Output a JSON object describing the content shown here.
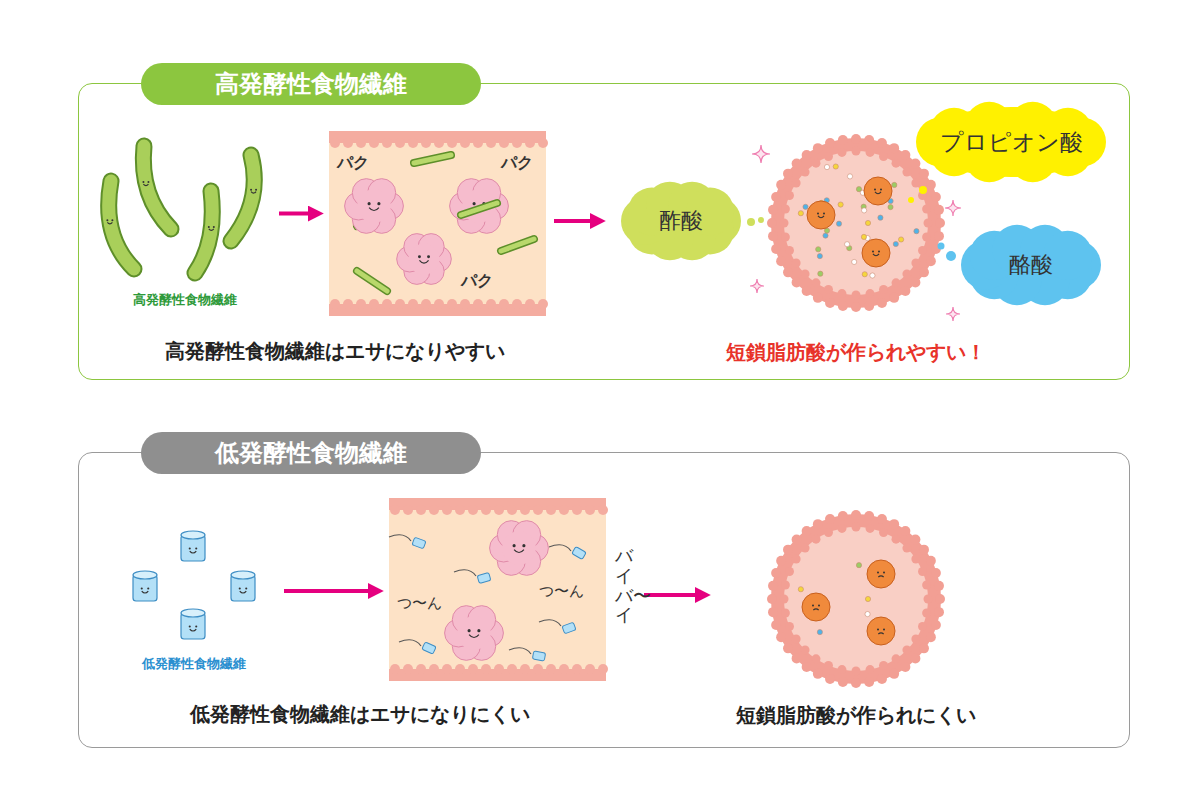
{
  "diagram": {
    "nodes": [
      {
        "text": [
          "高発酵性食物繊維"
        ]
      },
      {
        "text": [
          "高発酵性食物繊維"
        ],
        "in": 0
      },
      {
        "text": [
          "パク",
          "パク",
          "パク"
        ],
        "in": 0
      },
      {
        "text": [
          "短鎖脂肪酸が作られやすい！"
        ],
        "in": 0
      },
      {
        "text": [
          "酢酸"
        ],
        "in": 3
      },
      {
        "text": [
          "プロピオン酸"
        ],
        "in": 3
      },
      {
        "text": [
          "酪酸"
        ],
        "in": 3
      },
      {
        "text": [
          "低発酵性食物繊維"
        ]
      },
      {
        "text": [
          "低発酵性食物繊維"
        ],
        "in": 7
      },
      {
        "text": [
          "つ〜ん",
          "つ〜ん",
          "バイバ〜イ"
        ],
        "in": 7
      },
      {
        "text": [
          "短鎖脂肪酸が作られにくい"
        ],
        "in": 7
      }
    ],
    "edges": [
      {
        "from": 1,
        "to": 2,
        "arrow": "to"
      },
      {
        "from": 2,
        "to": 3,
        "arrow": "to"
      },
      {
        "from": 8,
        "to": 9,
        "arrow": "to"
      },
      {
        "from": 9,
        "to": 10,
        "arrow": "to"
      }
    ],
    "labels": [
      "高発酵性食物繊維はエサになりやすい",
      "低発酵性食物繊維はエサになりにくい"
    ]
  }
}
